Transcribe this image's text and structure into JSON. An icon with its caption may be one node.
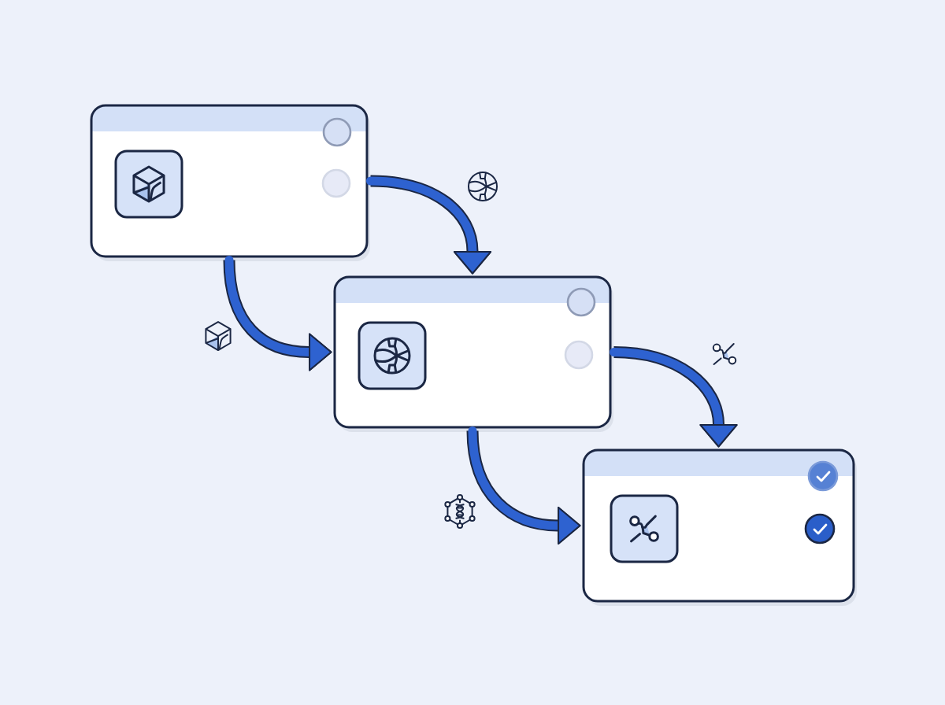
{
  "diagram": {
    "nodes": [
      {
        "text": [],
        "shape": "box"
      },
      {
        "text": [],
        "shape": "box"
      },
      {
        "text": [],
        "shape": "box"
      }
    ],
    "edges": [
      {
        "from": 0,
        "to": 1,
        "arrow": "to"
      },
      {
        "from": 0,
        "to": 1,
        "arrow": "to"
      },
      {
        "from": 1,
        "to": 2,
        "arrow": "to"
      },
      {
        "from": 1,
        "to": 2,
        "arrow": "to"
      }
    ]
  }
}
